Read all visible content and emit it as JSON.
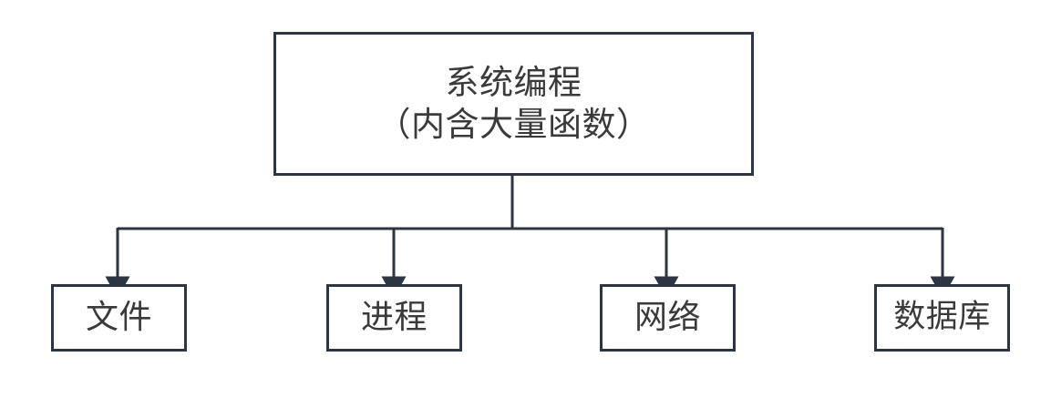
{
  "diagram": {
    "type": "tree",
    "background_color": "#ffffff",
    "border_color": "#2d3640",
    "text_color": "#3a3a3a",
    "root": {
      "id": "root",
      "lines": [
        "系统编程",
        "（内含大量函数）"
      ],
      "line1": "系统编程",
      "line2": "（内含大量函数）"
    },
    "children": [
      {
        "id": "file",
        "label": "文件"
      },
      {
        "id": "process",
        "label": "进程"
      },
      {
        "id": "network",
        "label": "网络"
      },
      {
        "id": "database",
        "label": "数据库"
      }
    ],
    "connectors": {
      "style": "orthogonal-bus-with-arrowheads",
      "arrow_count": 4,
      "direction": "top-down"
    }
  }
}
